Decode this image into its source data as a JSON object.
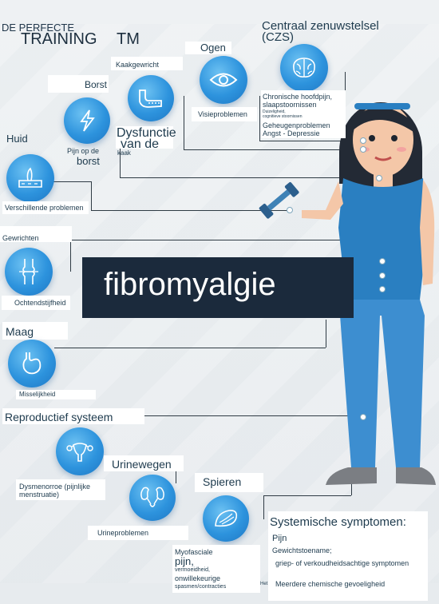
{
  "header": {
    "brand_top": "DE PERFECTE",
    "brand_main": "TRAINING",
    "brand_tm": "TM"
  },
  "banner": {
    "title": "fibromyalgie"
  },
  "sections": {
    "czs": {
      "title": "Centraal zenuwstelsel",
      "subtitle": "(CZS)",
      "sym1": "Chronische hoofdpijn,",
      "sym2": "slaapstoornissen",
      "sym3": "Duizeligheid,",
      "sym4": "cognitieve stoornissen",
      "sym5": "Geheugenproblemen",
      "sym6": "Angst - Depressie"
    },
    "ogen": {
      "title": "Ogen",
      "symptom": "Visieproblemen"
    },
    "kaak": {
      "title": "Kaakgewricht",
      "symptom1": "Dysfunctie",
      "symptom2": "van de",
      "symptom3": "kaak"
    },
    "borst": {
      "title": "Borst",
      "symptom1": "Pijn op de",
      "symptom2": "borst"
    },
    "huid": {
      "title": "Huid",
      "symptom": "Verschillende problemen"
    },
    "gewrichten": {
      "title": "Gewrichten",
      "symptom": "Ochtendstijfheid"
    },
    "maag": {
      "title": "Maag",
      "symptom": "Misselijkheid"
    },
    "repro": {
      "title": "Reproductief systeem",
      "symptom1": "Dysmenorroe (pijnlijke",
      "symptom2": "menstruatie)"
    },
    "urine": {
      "title": "Urinewegen",
      "symptom": "Urineproblemen"
    },
    "spieren": {
      "title": "Spieren",
      "sym1": "Myofasciale",
      "sym2": "pijn,",
      "sym3": "vermoeidheid,",
      "sym4": "onwillekeurige",
      "sym5": "spasmen/contracties"
    },
    "systemic": {
      "title": "Systemische symptomen:",
      "s1": "Pijn",
      "s2": "Gewichtstoename;",
      "s3": "griep- of verkoudheidsachtige symptomen",
      "s4": "Meerdere chemische gevoeligheid",
      "s5": "Het"
    }
  },
  "colors": {
    "icon_blue": "#2d93dd",
    "banner": "#1b2a3c",
    "shirt": "#2a7fc1",
    "pants": "#3d8ed0"
  }
}
